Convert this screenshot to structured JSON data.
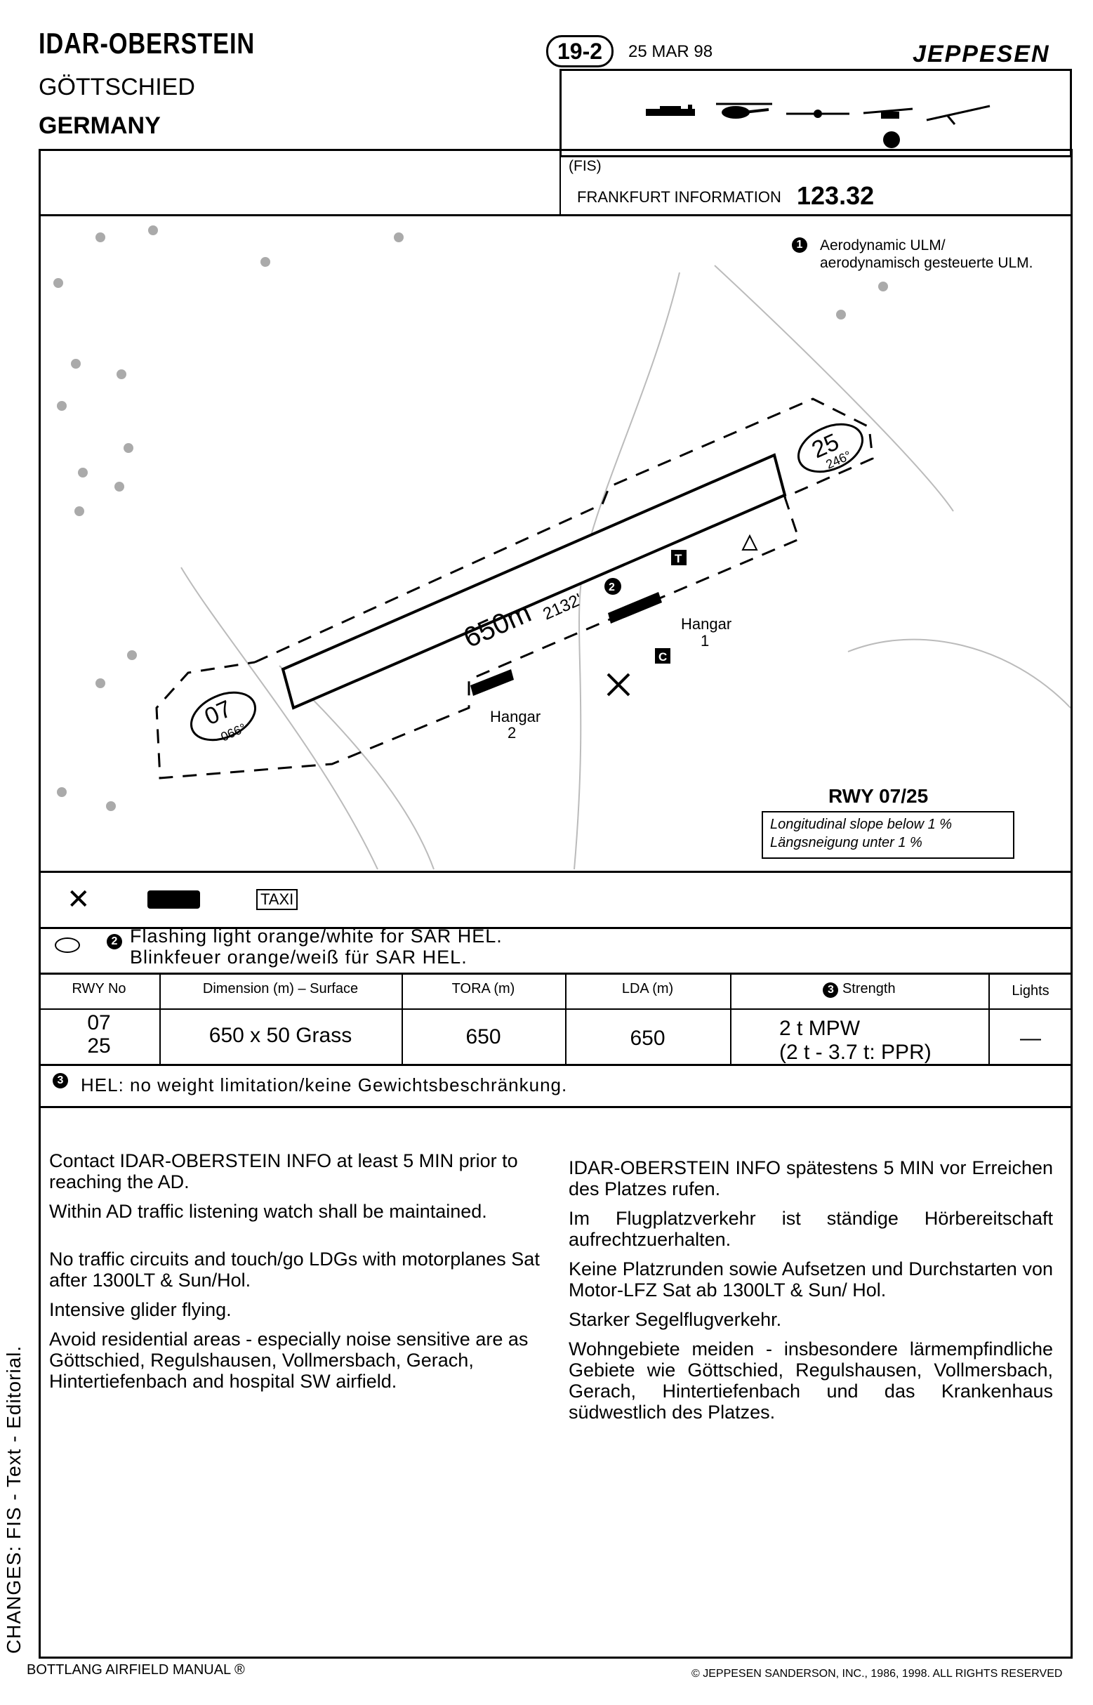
{
  "header": {
    "airfield": "IDAR-OBERSTEIN",
    "place": "GÖTTSCHIED",
    "country": "GERMANY",
    "chart_no": "19-2",
    "date": "25 MAR 98",
    "publisher": "JEPPESEN"
  },
  "comm": {
    "type": "(FIS)",
    "name": "FRANKFURT INFORMATION",
    "freq": "123.32"
  },
  "note1": {
    "num": "1",
    "line1": "Aerodynamic ULM/",
    "line2": "aerodynamisch gesteuerte ULM."
  },
  "map": {
    "rwy_length": "650m",
    "rwy_feet": "2132'",
    "rwy07": "07",
    "rwy07_brg": "066°",
    "rwy25": "25",
    "rwy25_brg": "246°",
    "hangar1": "Hangar",
    "hangar1_no": "1",
    "hangar2": "Hangar",
    "hangar2_no": "2",
    "marker_t": "T",
    "marker_c": "C",
    "note2_num": "2"
  },
  "rwy_note": {
    "title": "RWY 07/25",
    "line1": "Longitudinal slope below 1 %",
    "line2": "Längsneigung unter 1 %"
  },
  "facilities": {
    "taxi": "TAXI"
  },
  "lighting": {
    "num": "2",
    "line1": "Flashing light orange/white for SAR HEL.",
    "line2": "Blinkfeuer orange/weiß für SAR HEL."
  },
  "table": {
    "headers": [
      "RWY No",
      "Dimension (m) – Surface",
      "TORA (m)",
      "LDA (m)",
      "Strength",
      "Lights"
    ],
    "strength_num": "3",
    "row": {
      "rwy1": "07",
      "rwy2": "25",
      "dimension": "650 x 50 Grass",
      "tora": "650",
      "lda": "650",
      "strength1": "2 t MPW",
      "strength2": "(2 t - 3.7 t: PPR)",
      "lights": "—"
    }
  },
  "hel_note": {
    "num": "3",
    "text": "HEL: no weight limitation/keine Gewichtsbeschränkung."
  },
  "text_en": [
    "Contact IDAR-OBERSTEIN INFO at least 5 MIN prior to reaching the AD.",
    "Within AD traffic listening watch shall be maintained.",
    "No traffic circuits and touch/go LDGs with motorplanes Sat after 1300LT & Sun/Hol.",
    "Intensive glider flying.",
    "Avoid residential areas - especially noise sensitive are as Göttschied, Regulshausen, Vollmersbach, Gerach, Hintertiefenbach and hospital SW airfield."
  ],
  "text_de": [
    "IDAR-OBERSTEIN INFO spätestens 5 MIN vor Erreichen des Platzes rufen.",
    "Im Flugplatzverkehr ist ständige Hörbereitschaft aufrechtzuerhalten.",
    "Keine Platzrunden sowie Aufsetzen und Durchstarten von Motor-LFZ Sat ab 1300LT & Sun/ Hol.",
    "Starker Segelflugverkehr.",
    "Wohngebiete meiden - insbesondere lärmempfindliche Gebiete wie Göttschied, Regulshausen, Vollmersbach, Gerach, Hintertiefenbach und das Krankenhaus südwestlich des Platzes."
  ],
  "side": "CHANGES: FIS - Text - Editorial.",
  "footer": {
    "left": "BOTTLANG AIRFIELD MANUAL ®",
    "right": "© JEPPESEN SANDERSON, INC., 1986, 1998. ALL RIGHTS RESERVED"
  }
}
